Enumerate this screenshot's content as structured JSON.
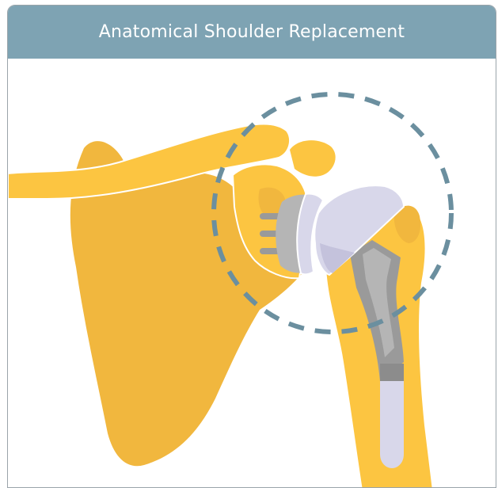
{
  "title": "Anatomical Shoulder Replacement",
  "colors": {
    "header": "#7ea3b3",
    "bone": "#fcc541",
    "bone_shadow": "#f1b73e",
    "implant_head": "#d8d7ea",
    "implant_head_shadow": "#c4c2dc",
    "stem": "#9a9a9a",
    "stem_light": "#b5b5b5",
    "focus_circle": "#6b8f9f"
  },
  "icons": [
    "shoulder-joint-illustration",
    "focus-circle"
  ]
}
